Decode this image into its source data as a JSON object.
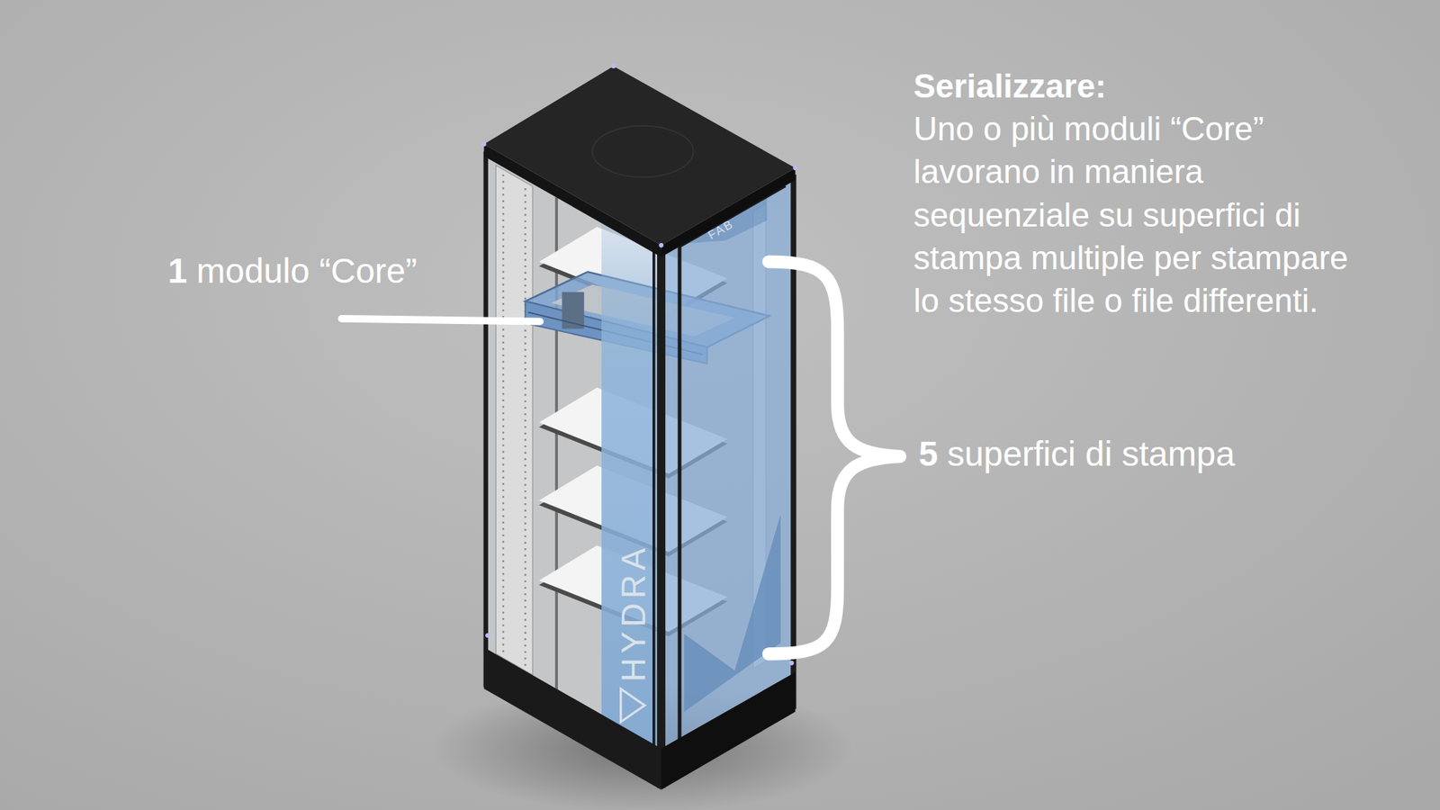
{
  "diagram": {
    "labels": [
      "1",
      "modulo “Core”",
      "Serializzare:",
      "Uno o più moduli “Core” lavorano in maniera sequenziale su superfici di stampa multiple per stampare lo stesso file o file differenti.",
      "5",
      "superfici di stampa",
      "HYDRA",
      "FAB"
    ]
  }
}
